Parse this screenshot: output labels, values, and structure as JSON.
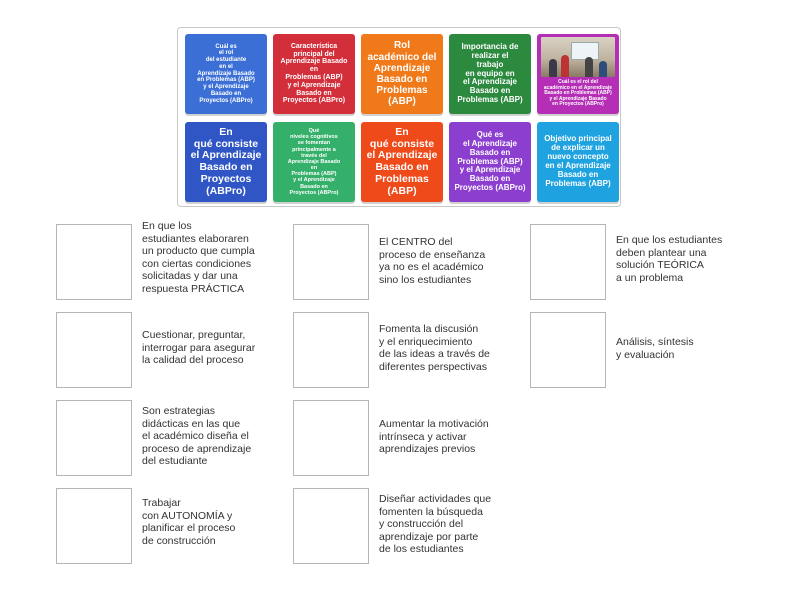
{
  "board": {
    "cards": [
      {
        "text": "Cuál es\nel rol\ndel estudiante\nen el\nAprendizaje Basado\nen Problemas (ABP)\ny el Aprendizaje\nBasado en\nProyectos (ABPro)",
        "color": "#3b6fd6"
      },
      {
        "text": "Característica\nprincipal del\nAprendizaje Basado\nen\nProblemas (ABP)\ny el Aprendizaje\nBasado en\nProyectos (ABPro)",
        "color": "#d32f3a"
      },
      {
        "text": "Rol\nacadémico del\nAprendizaje\nBasado en\nProblemas\n(ABP)",
        "color": "#f07a1a"
      },
      {
        "text": "Importancia de\nrealizar el\ntrabajo\nen equipo en\nel Aprendizaje\nBasado en\nProblemas (ABP)",
        "color": "#2b8a3e"
      },
      {
        "text": "Cuál es el rol del\nacadémico en el Aprendizaje\nBasado en Problemas (ABP)\ny el Aprendizaje Basado\nen Proyectos (ABPro)",
        "color": "#b42fb5",
        "image": "classroom-photo"
      },
      {
        "text": "En\nqué consiste\nel Aprendizaje\nBasado en\nProyectos\n(ABPro)",
        "color": "#2f56c4"
      },
      {
        "text": "Qué\nniveles cognitivos\nse fomentan\nprincipalmente a\ntravés del\nAprendizaje Basado\nen\nProblemas (ABP)\ny el Aprendizaje\nBasado en\nProyectos (ABPro)",
        "color": "#34b06a"
      },
      {
        "text": "En\nqué consiste\nel Aprendizaje\nBasado en\nProblemas\n(ABP)",
        "color": "#ee4a1a"
      },
      {
        "text": "Qué es\nel Aprendizaje\nBasado en\nProblemas (ABP)\ny el Aprendizaje\nBasado en\nProyectos (ABPro)",
        "color": "#8c3fcf"
      },
      {
        "text": "Objetivo principal\nde explicar un\nnuevo concepto\nen el Aprendizaje\nBasado en\nProblemas (ABP)",
        "color": "#1fa3e0"
      }
    ]
  },
  "targets": [
    {
      "text": "En que los\nestudiantes elaboraren\nun producto que cumpla\ncon ciertas condiciones\nsolicitadas y dar una\nrespuesta PRÁCTICA"
    },
    {
      "text": "Cuestionar, preguntar,\ninterrogar para asegurar\nla calidad del proceso"
    },
    {
      "text": "Son estrategias\ndidácticas en las que\nel académico diseña el\nproceso de aprendizaje\ndel estudiante"
    },
    {
      "text": "Trabajar\ncon AUTONOMÍA y\nplanificar el proceso\nde construcción"
    },
    {
      "text": "El CENTRO del\nproceso de enseñanza\nya no es el académico\nsino los estudiantes"
    },
    {
      "text": "Fomenta la discusión\ny el enriquecimiento\nde las ideas a través de\ndiferentes perspectivas"
    },
    {
      "text": "Aumentar la motivación\nintrínseca y activar\naprendizajes previos"
    },
    {
      "text": "Diseñar actividades que\nfomenten la búsqueda\ny construcción del\naprendizaje por parte\nde los estudiantes"
    },
    {
      "text": "En que los estudiantes\ndeben plantear una\nsolución TEÓRICA\na un problema"
    },
    {
      "text": "Análisis, síntesis\ny evaluación"
    }
  ]
}
